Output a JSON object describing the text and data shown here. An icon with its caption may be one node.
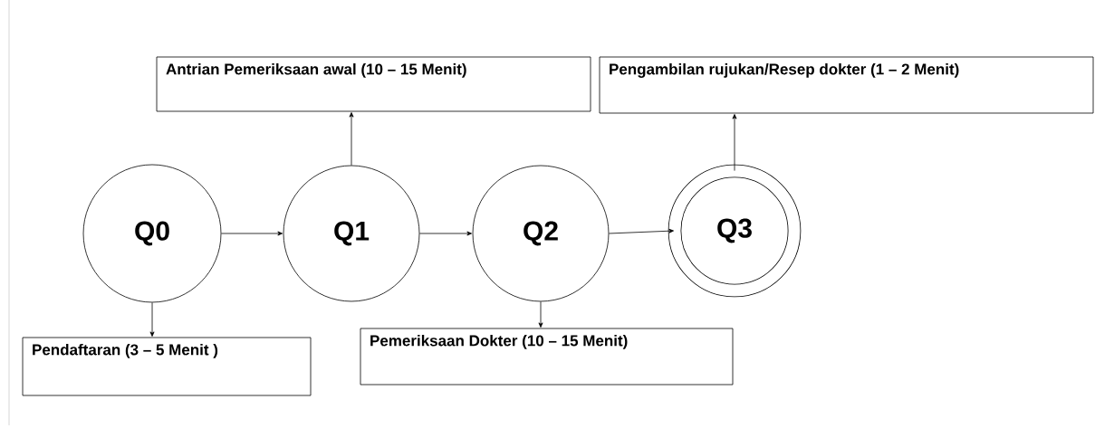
{
  "diagram": {
    "nodes": [
      {
        "text": [
          "Antrian Pemeriksaan awal (10 – 15 Menit)"
        ]
      },
      {
        "text": [
          "Pengambilan rujukan/Resep dokter (1 – 2 Menit)"
        ]
      },
      {
        "text": [
          "Q0"
        ]
      },
      {
        "text": [
          "Q1"
        ]
      },
      {
        "text": [
          "Q2"
        ]
      },
      {
        "text": [
          "Q3"
        ]
      },
      {
        "text": [
          "Pendaftaran (3 – 5 Menit )"
        ]
      },
      {
        "text": [
          "Pemeriksaan Dokter (10 – 15 Menit)"
        ]
      }
    ],
    "edges": [
      {
        "from": 2,
        "to": 3,
        "arrow": "to"
      },
      {
        "from": 3,
        "to": 4,
        "arrow": "to"
      },
      {
        "from": 4,
        "to": 5,
        "arrow": "to"
      },
      {
        "from": 3,
        "to": 0,
        "arrow": "to"
      },
      {
        "from": 5,
        "to": 1,
        "arrow": "to"
      },
      {
        "from": 2,
        "to": 6,
        "arrow": "to"
      },
      {
        "from": 4,
        "to": 7,
        "arrow": "to"
      }
    ]
  }
}
